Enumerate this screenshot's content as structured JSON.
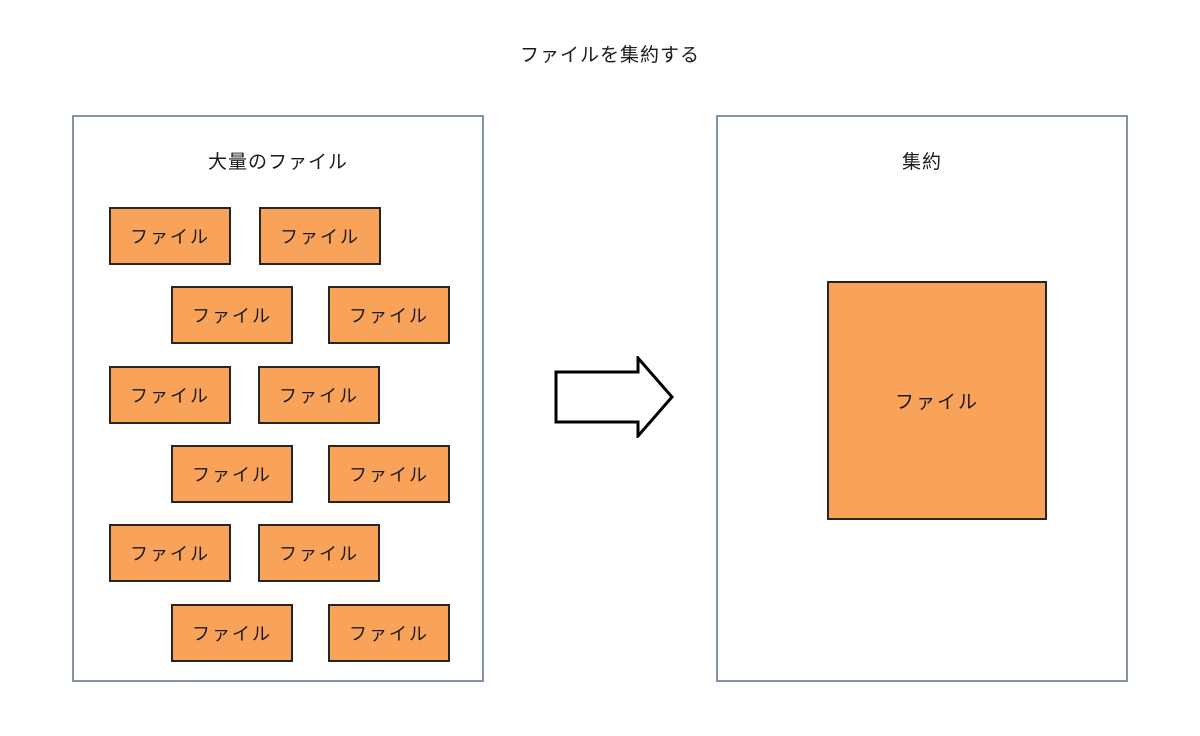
{
  "title": "ファイルを集約する",
  "colors": {
    "box_fill": "#F9A25A",
    "box_border": "#262626",
    "panel_border": "#8493A8",
    "arrow_stroke": "#000000",
    "text": "#1A1A1A",
    "background": "#FFFFFF"
  },
  "left_panel": {
    "title": "大量のファイル",
    "boxes": [
      {
        "label": "ファイル"
      },
      {
        "label": "ファイル"
      },
      {
        "label": "ファイル"
      },
      {
        "label": "ファイル"
      },
      {
        "label": "ファイル"
      },
      {
        "label": "ファイル"
      },
      {
        "label": "ファイル"
      },
      {
        "label": "ファイル"
      },
      {
        "label": "ファイル"
      },
      {
        "label": "ファイル"
      },
      {
        "label": "ファイル"
      },
      {
        "label": "ファイル"
      }
    ]
  },
  "arrow": {
    "name": "right-block-arrow"
  },
  "right_panel": {
    "title": "集約",
    "box": {
      "label": "ファイル"
    }
  }
}
